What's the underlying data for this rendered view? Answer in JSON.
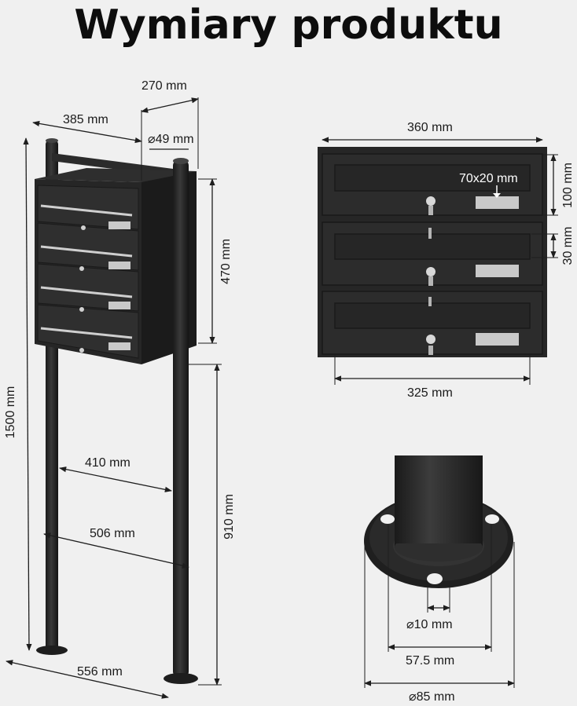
{
  "title": "Wymiary produktu",
  "colors": {
    "background": "#f0f0f0",
    "metal": "#262626",
    "metal_dark": "#161616",
    "label_plate": "#c9c9c9"
  },
  "dimensions": {
    "total_height": "1500 mm",
    "depth": "270 mm",
    "box_depth": "385 mm",
    "pole_diameter": "⌀49 mm",
    "box_height": "470 mm",
    "inner_width": "410 mm",
    "outer_width": "506 mm",
    "base_width": "556 mm",
    "pole_height": "910 mm",
    "front_width": "360 mm",
    "label_size": "70x20 mm",
    "flap_height": "100 mm",
    "slot_height": "30 mm",
    "slot_width": "325 mm",
    "hole_diameter": "⌀10 mm",
    "hole_spacing": "57.5 mm",
    "base_diameter": "⌀85 mm"
  }
}
